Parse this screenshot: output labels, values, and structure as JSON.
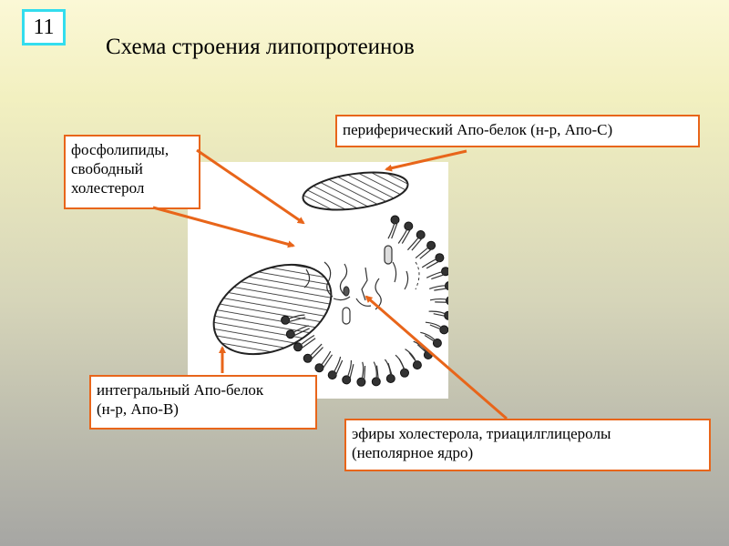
{
  "slide_number": "11",
  "title": "Схема строения липопротеинов",
  "labels": {
    "phospholipids": "фосфолипиды,\nсвободный\nхолестерол",
    "peripheral_apo": "периферический Апо-белок (н-р, Апо-С)",
    "integral_apo": "интегральный Апо-белок\n(н-р, Апо-В)",
    "core": "эфиры холестерола, триацилглицеролы\n(неполярное ядро)"
  },
  "colors": {
    "arrow": "#e8651a",
    "slide_number_border": "#33ddee"
  }
}
